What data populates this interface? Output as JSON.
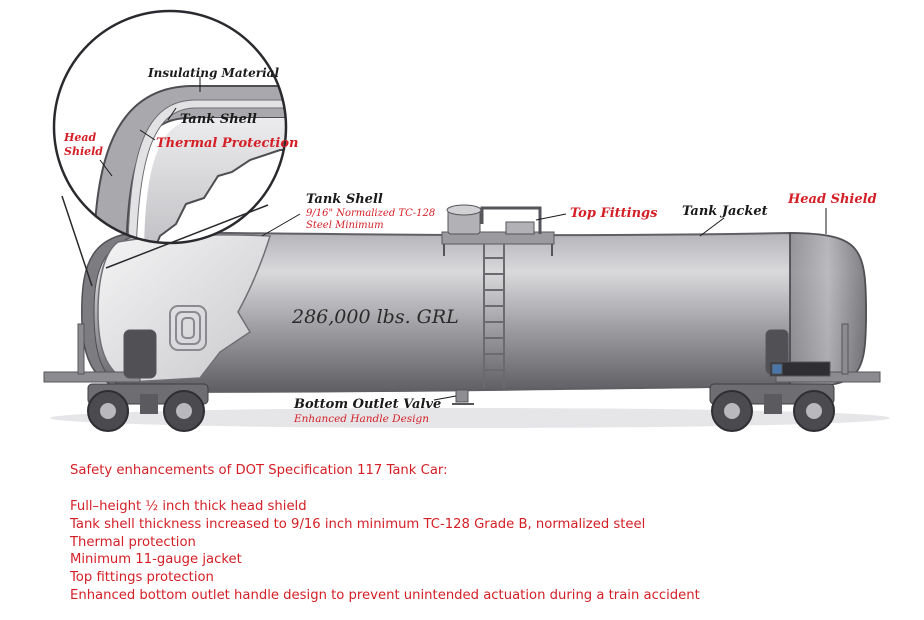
{
  "colors": {
    "accent_red": "#d41f26",
    "label_black": "#1a1a1a",
    "tank_gray": "#9c9ca0",
    "tank_light": "#d8d8da",
    "tank_dark": "#5a5a5e",
    "background": "#ffffff"
  },
  "labels": {
    "insulating_material": "Insulating Material",
    "tank_shell_inset": "Tank Shell",
    "thermal_protection": "Thermal Protection",
    "head_shield_inset_line1": "Head",
    "head_shield_inset_line2": "Shield",
    "tank_shell": "Tank Shell",
    "tank_shell_sub_line1": "9/16\" Normalized TC-128",
    "tank_shell_sub_line2": "Steel Minimum",
    "top_fittings": "Top Fittings",
    "tank_jacket": "Tank Jacket",
    "head_shield": "Head Shield",
    "grl": "286,000 lbs. GRL",
    "bottom_outlet_valve": "Bottom Outlet Valve",
    "bottom_outlet_sub": "Enhanced Handle Design"
  },
  "notes": {
    "title": "Safety enhancements of DOT Specification 117 Tank Car:",
    "items": [
      "Full–height ½ inch thick head shield",
      "Tank shell thickness increased to 9/16 inch minimum TC-128 Grade B, normalized steel",
      "Thermal protection",
      "Minimum 11-gauge jacket",
      "Top fittings protection",
      "Enhanced bottom outlet handle design to prevent unintended actuation during a train accident"
    ]
  }
}
